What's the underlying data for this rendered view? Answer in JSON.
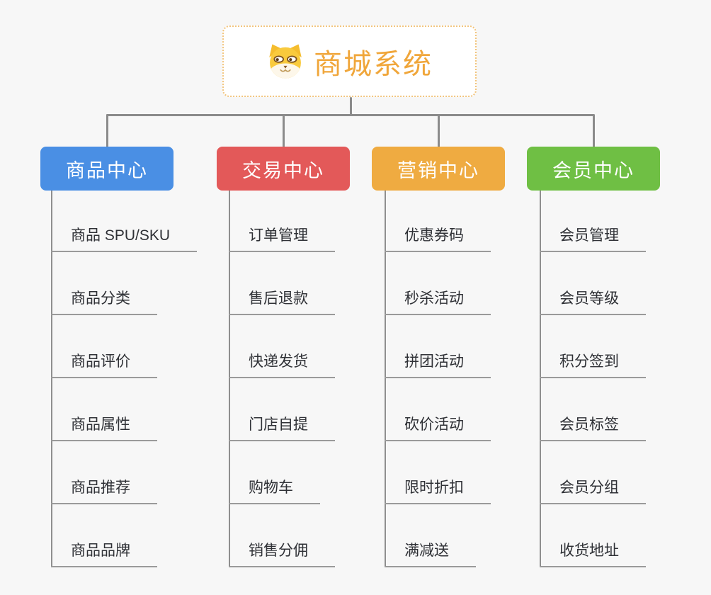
{
  "canvas": {
    "background": "#f7f7f7",
    "connector_color": "#8b8b8b"
  },
  "root": {
    "title": "商城系统",
    "icon": "dog-face-icon",
    "text_color": "#f0a63a",
    "border_color": "#f2c57e",
    "background": "#ffffff"
  },
  "branches": [
    {
      "label": "商品中心",
      "color": "#4a8fe4",
      "items": [
        "商品 SPU/SKU",
        "商品分类",
        "商品评价",
        "商品属性",
        "商品推荐",
        "商品品牌"
      ]
    },
    {
      "label": "交易中心",
      "color": "#e35959",
      "items": [
        "订单管理",
        "售后退款",
        "快递发货",
        "门店自提",
        "购物车",
        "销售分佣"
      ]
    },
    {
      "label": "营销中心",
      "color": "#efab41",
      "items": [
        "优惠券码",
        "秒杀活动",
        "拼团活动",
        "砍价活动",
        "限时折扣",
        "满减送"
      ]
    },
    {
      "label": "会员中心",
      "color": "#6fbf44",
      "items": [
        "会员管理",
        "会员等级",
        "积分签到",
        "会员标签",
        "会员分组",
        "收货地址"
      ]
    }
  ]
}
